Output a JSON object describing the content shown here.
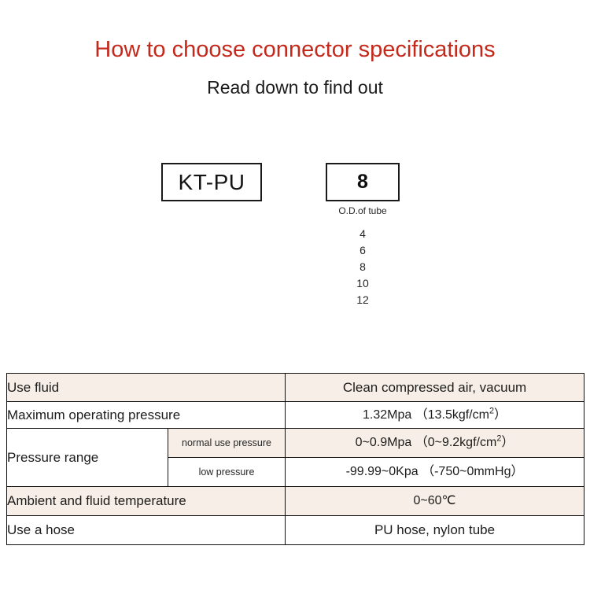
{
  "heading": {
    "title": "How to choose connector specifications",
    "subtitle": "Read down to find out",
    "title_color": "#c4291c",
    "subtitle_color": "#1a1a1a"
  },
  "part_code": {
    "series_box": {
      "value": "KT-PU",
      "name": "series-code"
    },
    "size_box": {
      "value": "8",
      "caption": "O.D.of tube",
      "options": [
        "4",
        "6",
        "8",
        "10",
        "12"
      ]
    }
  },
  "spec_table": {
    "accent_row_color": "#f7efe7",
    "border_color": "#111111",
    "rows": [
      {
        "label": "Use fluid",
        "sublabel": null,
        "value": "Clean compressed air, vacuum",
        "shaded": true
      },
      {
        "label": "Maximum operating pressure",
        "sublabel": null,
        "value": "1.32Mpa （13.5kgf/cm2）",
        "value_html": "1.32Mpa （13.5kgf/cm<sup>2</sup>）",
        "shaded": false
      },
      {
        "label": "Pressure range",
        "sublabel": "normal use pressure",
        "value": "0~0.9Mpa （0~9.2kgf/cm2）",
        "value_html": "0~0.9Mpa （0~9.2kgf/cm<sup>2</sup>）",
        "shaded": true
      },
      {
        "label": "",
        "sublabel": "low pressure",
        "value": "-99.99~0Kpa （-750~0mmHg）",
        "value_html": "-99.99~0Kpa （-750~0mmHg）",
        "shaded": false
      },
      {
        "label": "Ambient and fluid temperature",
        "sublabel": null,
        "value": "0~60℃",
        "shaded": true
      },
      {
        "label": "Use a hose",
        "sublabel": null,
        "value": "PU hose, nylon tube",
        "shaded": false
      }
    ]
  }
}
